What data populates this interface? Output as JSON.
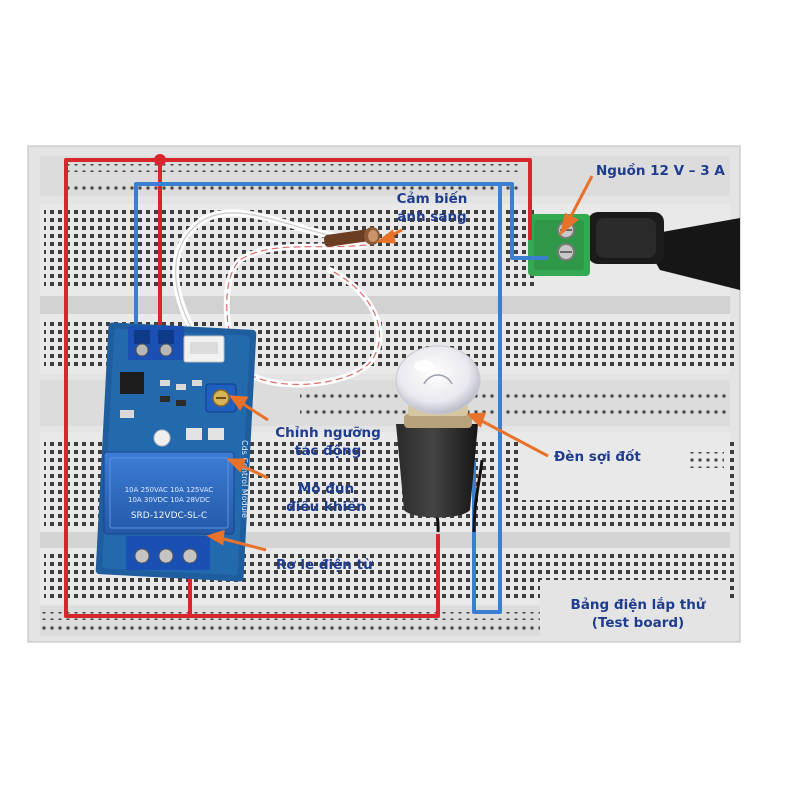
{
  "labels": {
    "power": "Nguồn 12 V – 3 A",
    "light_sensor": [
      "Cảm biến",
      "ánh sáng"
    ],
    "threshold": [
      "Chỉnh ngưỡng",
      "tác động"
    ],
    "control_module": [
      "Mô đun",
      "điều khiển"
    ],
    "relay": "Rơ le điện từ",
    "lamp": "Đèn sợi đốt",
    "test_board": [
      "Bảng điện lắp thử",
      "(Test board)"
    ]
  },
  "board_text": {
    "relay_model": "SRD-12VDC-SL-C",
    "relay_spec_1": "10A 250VAC 10A 125VAC",
    "relay_spec_2": "10A 30VDC 10A 28VDC",
    "module_side": "Cds Control Module"
  },
  "colors": {
    "label_text": "#1f3d8f",
    "arrow": "#e8722a",
    "wire_red": "#d9262c",
    "wire_blue": "#3a7fd0",
    "pcb": "#1f5e9e",
    "relay": "#2f6cc4",
    "terminal": "#1a4fb3",
    "dc_jack": "#35a852"
  }
}
